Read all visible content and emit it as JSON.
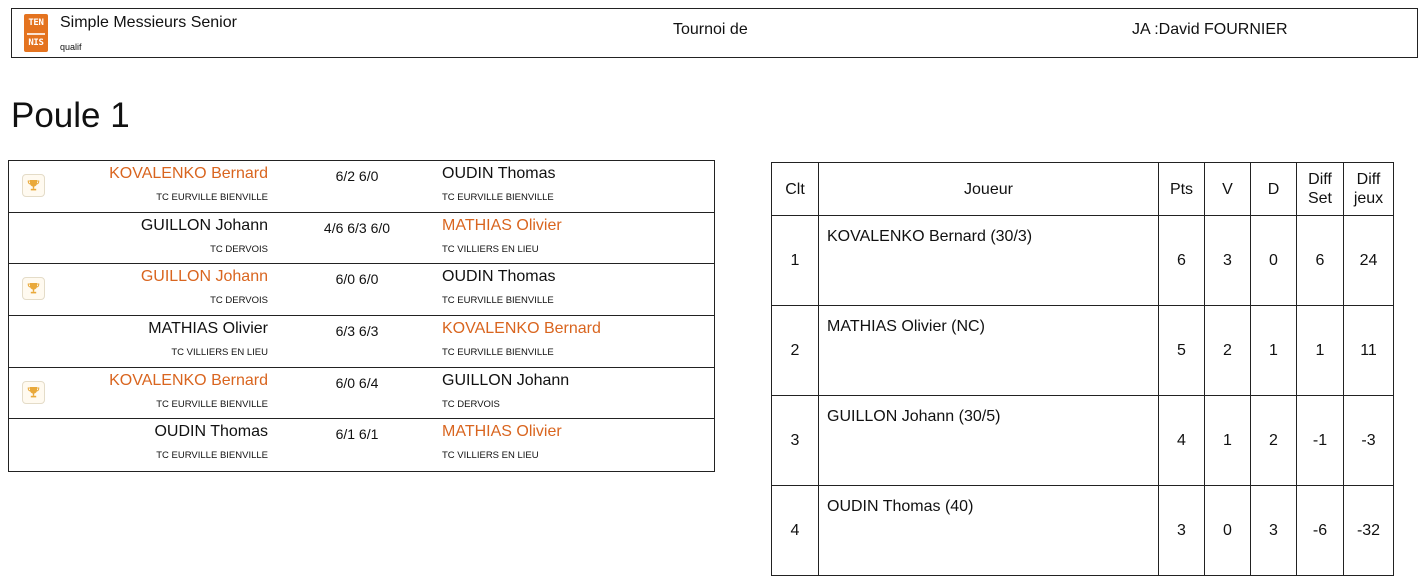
{
  "header": {
    "logo_line1": "TEN",
    "logo_line2": "NIS",
    "title": "Simple Messieurs Senior",
    "subtitle": "qualif",
    "tournoi": "Tournoi de",
    "ja": "JA :David FOURNIER"
  },
  "poule_title": "Poule 1",
  "colors": {
    "winner": "#d9651f",
    "logo": "#e4731f",
    "border": "#222222"
  },
  "matches": [
    {
      "trophy": true,
      "winner": 1,
      "p1": "KOVALENKO Bernard",
      "c1": "TC EURVILLE BIENVILLE",
      "score": "6/2 6/0",
      "p2": "OUDIN Thomas",
      "c2": "TC EURVILLE BIENVILLE"
    },
    {
      "trophy": false,
      "winner": 2,
      "p1": "GUILLON Johann",
      "c1": "TC DERVOIS",
      "score": "4/6 6/3 6/0",
      "p2": "MATHIAS Olivier",
      "c2": "TC VILLIERS EN LIEU"
    },
    {
      "trophy": true,
      "winner": 1,
      "p1": "GUILLON Johann",
      "c1": "TC DERVOIS",
      "score": "6/0 6/0",
      "p2": "OUDIN Thomas",
      "c2": "TC EURVILLE BIENVILLE"
    },
    {
      "trophy": false,
      "winner": 2,
      "p1": "MATHIAS Olivier",
      "c1": "TC VILLIERS EN LIEU",
      "score": "6/3 6/3",
      "p2": "KOVALENKO Bernard",
      "c2": "TC EURVILLE BIENVILLE"
    },
    {
      "trophy": true,
      "winner": 1,
      "p1": "KOVALENKO Bernard",
      "c1": "TC EURVILLE BIENVILLE",
      "score": "6/0 6/4",
      "p2": "GUILLON Johann",
      "c2": "TC DERVOIS"
    },
    {
      "trophy": false,
      "winner": 2,
      "p1": "OUDIN Thomas",
      "c1": "TC EURVILLE BIENVILLE",
      "score": "6/1 6/1",
      "p2": "MATHIAS Olivier",
      "c2": "TC VILLIERS EN LIEU"
    }
  ],
  "standings": {
    "headers": {
      "clt": "Clt",
      "joueur": "Joueur",
      "pts": "Pts",
      "v": "V",
      "d": "D",
      "diff_set_1": "Diff",
      "diff_set_2": "Set",
      "diff_jeux_1": "Diff",
      "diff_jeux_2": "jeux"
    },
    "rows": [
      {
        "clt": "1",
        "joueur": "KOVALENKO Bernard (30/3)",
        "pts": "6",
        "v": "3",
        "d": "0",
        "diff_set": "6",
        "diff_jeux": "24"
      },
      {
        "clt": "2",
        "joueur": "MATHIAS Olivier (NC)",
        "pts": "5",
        "v": "2",
        "d": "1",
        "diff_set": "1",
        "diff_jeux": "11"
      },
      {
        "clt": "3",
        "joueur": "GUILLON Johann (30/5)",
        "pts": "4",
        "v": "1",
        "d": "2",
        "diff_set": "-1",
        "diff_jeux": "-3"
      },
      {
        "clt": "4",
        "joueur": "OUDIN Thomas (40)",
        "pts": "3",
        "v": "0",
        "d": "3",
        "diff_set": "-6",
        "diff_jeux": "-32"
      }
    ]
  }
}
